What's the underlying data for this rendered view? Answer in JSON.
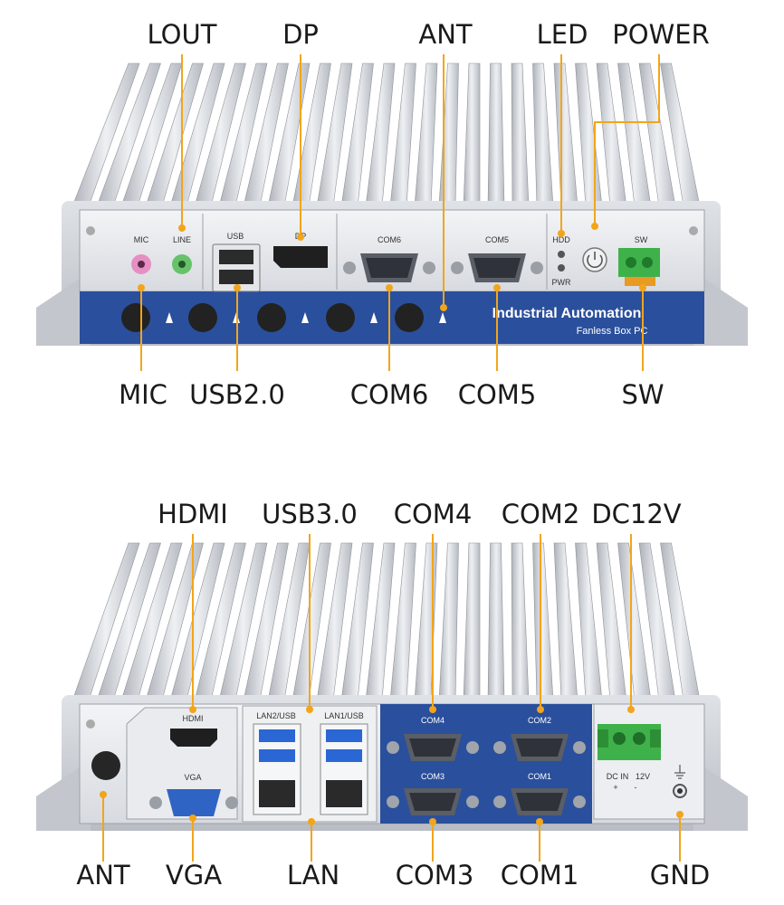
{
  "front": {
    "callouts": {
      "lout": "LOUT",
      "dp": "DP",
      "ant": "ANT",
      "led": "LED",
      "power": "POWER",
      "mic": "MIC",
      "usb20": "USB2.0",
      "com6": "COM6",
      "com5": "COM5",
      "sw": "SW"
    },
    "panel_labels": {
      "mic": "MIC",
      "line": "LINE",
      "usb": "USB",
      "dp": "DP",
      "com6": "COM6",
      "com5": "COM5",
      "hdd": "HDD",
      "pwr": "PWR",
      "sw": "SW"
    },
    "brand": {
      "name": "Industrial Automation",
      "sub": "Fanless Box PC"
    }
  },
  "rear": {
    "callouts": {
      "hdmi": "HDMI",
      "usb30": "USB3.0",
      "com4": "COM4",
      "com2": "COM2",
      "dc12v": "DC12V",
      "ant": "ANT",
      "vga": "VGA",
      "lan": "LAN",
      "com3": "COM3",
      "com1": "COM1",
      "gnd": "GND"
    },
    "panel_labels": {
      "hdmi": "HDMI",
      "vga": "VGA",
      "lan2usb": "LAN2/USB",
      "lan1usb": "LAN1/USB",
      "com4": "COM4",
      "com2": "COM2",
      "com3": "COM3",
      "com1": "COM1",
      "dcin": "DC IN",
      "v12": "12V",
      "plus": "+",
      "minus": "-"
    }
  },
  "colors": {
    "accent": "#f2a51a",
    "blue_panel": "#2a4f9c",
    "heatsink": "#c9ccd2",
    "terminal_green": "#3fb14a"
  }
}
